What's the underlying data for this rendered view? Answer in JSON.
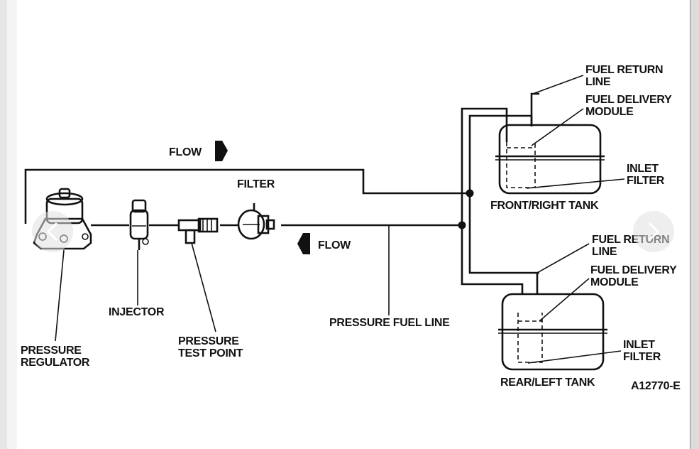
{
  "labels": {
    "flow_top": "FLOW",
    "flow_bottom": "FLOW",
    "filter": "FILTER",
    "fuel_return_line_1": "FUEL RETURN",
    "fuel_return_line_2": "LINE",
    "fuel_delivery_module_1": "FUEL DELIVERY",
    "fuel_delivery_module_2": "MODULE",
    "inlet_filter_1": "INLET",
    "inlet_filter_2": "FILTER",
    "front_right_tank": "FRONT/RIGHT TANK",
    "rear_return_1": "FUEL RETURN",
    "rear_return_2": "LINE",
    "rear_delivery_1": "FUEL DELIVERY",
    "rear_delivery_2": "MODULE",
    "rear_inlet_1": "INLET",
    "rear_inlet_2": "FILTER",
    "rear_left_tank": "REAR/LEFT TANK",
    "injector": "INJECTOR",
    "pressure_test_point_1": "PRESSURE",
    "pressure_test_point_2": "TEST POINT",
    "pressure_regulator_1": "PRESSURE",
    "pressure_regulator_2": "REGULATOR",
    "pressure_fuel_line": "PRESSURE FUEL LINE",
    "figure_id": "A12770-E"
  },
  "viewer": {
    "prev_icon": "chevron-left-icon",
    "next_icon": "chevron-right-icon"
  },
  "colors": {
    "ink": "#111111",
    "page": "#ffffff",
    "frame": "#9a9a9a"
  }
}
